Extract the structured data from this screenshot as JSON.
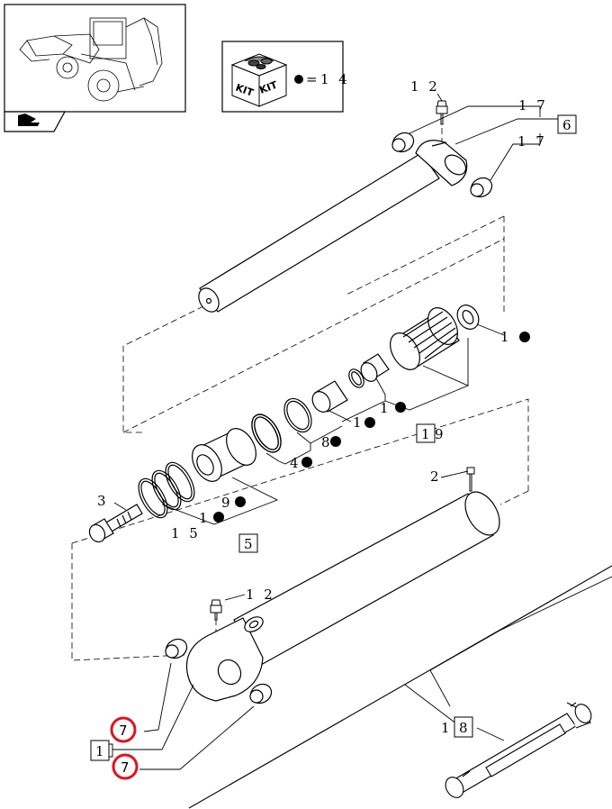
{
  "kit_legend": {
    "kit_left": "KIT",
    "kit_right": "KIT",
    "equals": "=",
    "kit_number": "1 4"
  },
  "labels": {
    "l12_top": "1 2",
    "l17_a": "1 7",
    "l17_b": "1 7",
    "box6": "6",
    "l1_seal": "1",
    "l1_bush": "1",
    "l1_ring": "1",
    "box19_pre": "1",
    "box19_post": "9",
    "l8": "8",
    "l4": "4",
    "l2": "2",
    "l3": "3",
    "l9": "9",
    "l1_b": "1",
    "l15": "1 5",
    "box5": "5",
    "l12_bot": "1 2",
    "l18_pre": "1",
    "box8": "8",
    "box1": "1",
    "callout7_a": "7",
    "callout7_b": "7"
  },
  "colors": {
    "callout_ring": "#e0141e",
    "line": "#000000"
  }
}
